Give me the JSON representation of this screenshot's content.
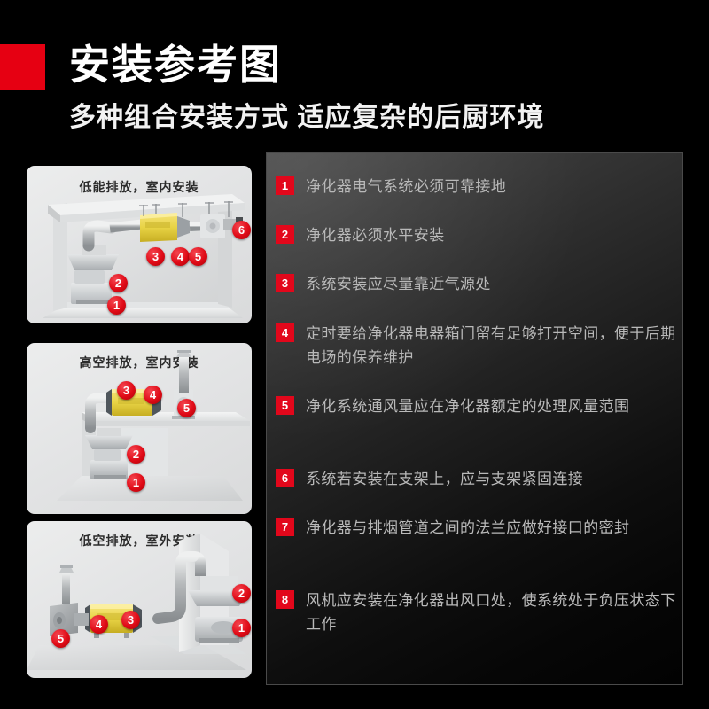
{
  "header": {
    "accent_color": "#e60012",
    "title": "安装参考图",
    "subtitle": "多种组合安装方式 适应复杂的后厨环境"
  },
  "diagrams": [
    {
      "id": "card-1",
      "title": "低能排放，室内安装",
      "markers": [
        "1",
        "2",
        "3",
        "4",
        "5",
        "6"
      ]
    },
    {
      "id": "card-2",
      "title": "高空排放，室内安装",
      "markers": [
        "1",
        "2",
        "3",
        "4",
        "5"
      ]
    },
    {
      "id": "card-3",
      "title": "低空排放，室外安装",
      "markers": [
        "1",
        "2",
        "3",
        "4",
        "5"
      ]
    }
  ],
  "notes": {
    "badge_color": "#e2071b",
    "text_color": "#b9b9b9",
    "items": [
      {
        "num": "1",
        "text": "净化器电气系统必须可靠接地"
      },
      {
        "num": "2",
        "text": "净化器必须水平安装"
      },
      {
        "num": "3",
        "text": "系统安装应尽量靠近气源处"
      },
      {
        "num": "4",
        "text": "定时要给净化器电器箱门留有足够打开空间，便于后期电场的保养维护"
      },
      {
        "num": "5",
        "text": "净化系统通风量应在净化器额定的处理风量范围"
      },
      {
        "num": "6",
        "text": "系统若安装在支架上，应与支架紧固连接"
      },
      {
        "num": "7",
        "text": "净化器与排烟管道之间的法兰应做好接口的密封"
      },
      {
        "num": "8",
        "text": "风机应安装在净化器出风口处，使系统处于负压状态下工作"
      }
    ]
  }
}
